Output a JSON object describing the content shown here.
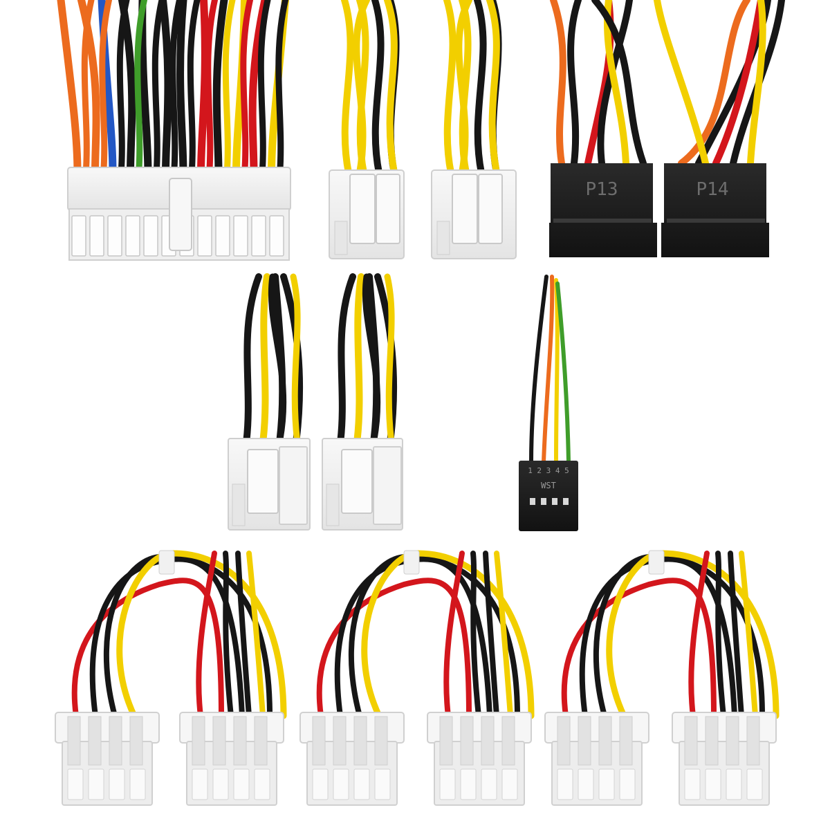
{
  "colors": {
    "background": "#ffffff",
    "wire_black": "#161616",
    "wire_yellow": "#f2cf00",
    "wire_red": "#d3161c",
    "wire_orange": "#ec6b1e",
    "wire_blue": "#2357c4",
    "wire_green": "#3f9d2a",
    "connector_white": "#f3f3f3",
    "connector_black": "#1b1b1b"
  },
  "sata": {
    "left_label": "P13",
    "right_label": "P14"
  },
  "fan_header": {
    "pin_numbers": "1 2 3 4 5",
    "maker": "WST"
  }
}
